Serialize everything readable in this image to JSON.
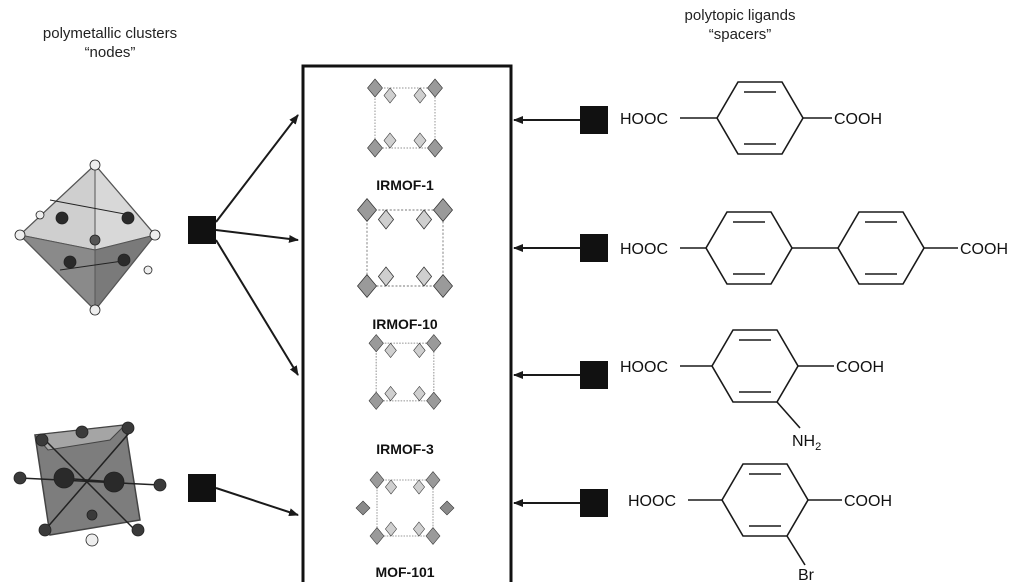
{
  "headers": {
    "nodes_line1": "polymetallic clusters",
    "nodes_line2": "“nodes”",
    "spacers_line1": "polytopic ligands",
    "spacers_line2": "“spacers”"
  },
  "frameworks": [
    {
      "label": "IRMOF-1"
    },
    {
      "label": "IRMOF-10"
    },
    {
      "label": "IRMOF-3"
    },
    {
      "label": "MOF-101"
    }
  ],
  "ligands": [
    {
      "left_group": "HOOC",
      "right_group": "COOH",
      "substituent": ""
    },
    {
      "left_group": "HOOC",
      "right_group": "COOH",
      "substituent": ""
    },
    {
      "left_group": "HOOC",
      "right_group": "COOH",
      "substituent": "NH",
      "substituent_sub": "2"
    },
    {
      "left_group": "HOOC",
      "right_group": "COOH",
      "substituent": "Br"
    }
  ],
  "colors": {
    "square": "#111111",
    "line": "#1a1a1a",
    "polyhedron_light": "#c8c8c8",
    "polyhedron_dark": "#6e6e6e",
    "atom_dark": "#2a2a2a",
    "atom_light": "#eeeeee"
  }
}
